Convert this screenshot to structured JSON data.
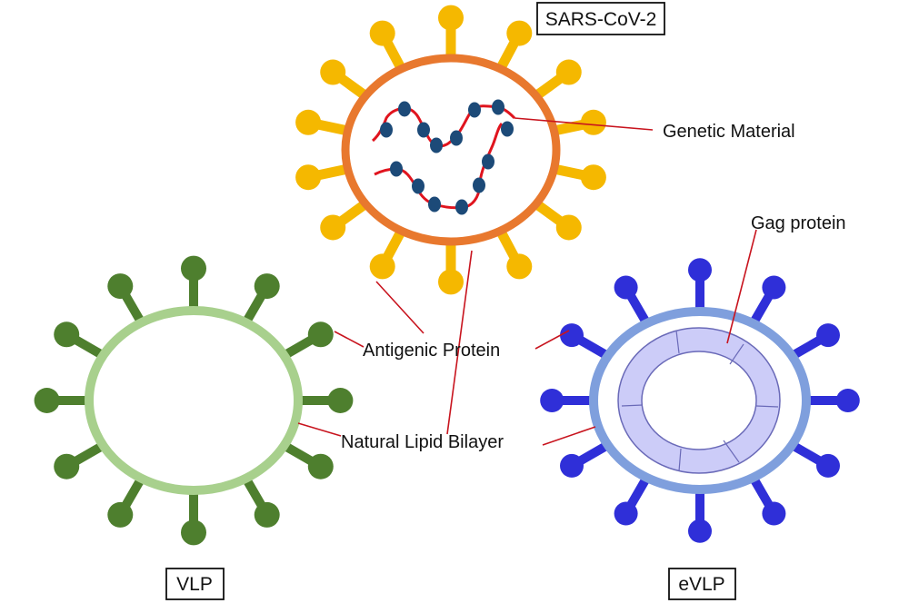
{
  "diagram": {
    "particles": {
      "sars": {
        "name": "SARS-CoV-2",
        "spike_color": "#F5B800",
        "membrane_color": "#E8782E",
        "rna_color": "#E0141E",
        "nucleotide_color": "#1C4A78"
      },
      "vlp": {
        "name": "VLP",
        "spike_color": "#4E7F2E",
        "membrane_color": "#A8D08D"
      },
      "evlp": {
        "name": "eVLP",
        "spike_color": "#2F2FD8",
        "membrane_color": "#7F9FDD",
        "gag_fill": "#CCCCF8",
        "gag_stroke": "#6A6AB8"
      }
    },
    "labels": {
      "genetic_material": "Genetic Material",
      "gag_protein": "Gag protein",
      "antigenic_protein": "Antigenic Protein",
      "lipid_bilayer": "Natural Lipid Bilayer"
    },
    "leader_color": "#C8141E"
  }
}
